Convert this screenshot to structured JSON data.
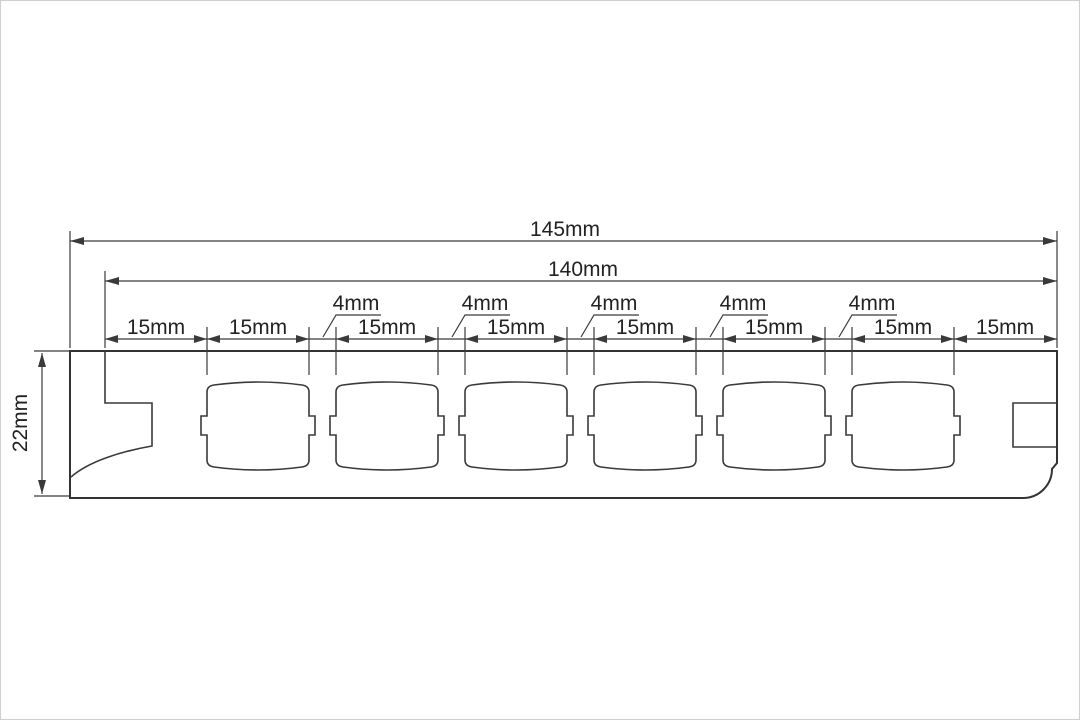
{
  "dimensions": {
    "overall_width": "145mm",
    "inner_width": "140mm",
    "thickness": "22mm",
    "segments": [
      "15mm",
      "15mm",
      "15mm",
      "15mm",
      "15mm",
      "15mm",
      "15mm",
      "15mm"
    ],
    "gaps": [
      "4mm",
      "4mm",
      "4mm",
      "4mm",
      "4mm"
    ]
  },
  "colors": {
    "line": "#3a3a3a",
    "text": "#222222",
    "background": "#ffffff",
    "frame": "#cfcfcf"
  }
}
